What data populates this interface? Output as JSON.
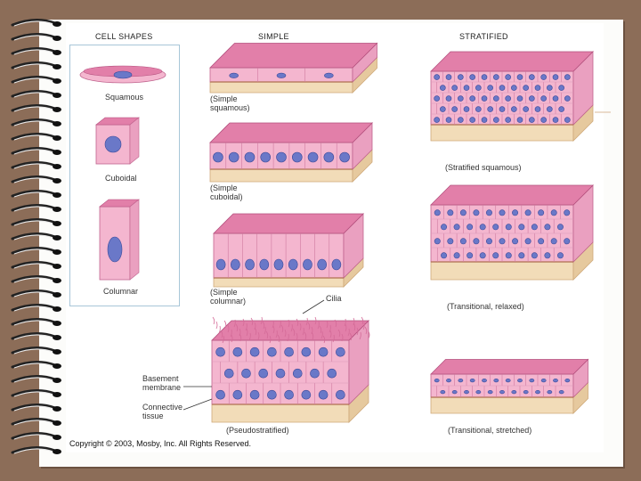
{
  "headers": {
    "cell_shapes": "CELL SHAPES",
    "simple": "SIMPLE",
    "stratified": "STRATIFIED"
  },
  "shapes": {
    "squamous": "Squamous",
    "cuboidal": "Cuboidal",
    "columnar": "Columnar"
  },
  "simple_labels": {
    "squamous": "(Simple\nsquamous)",
    "cuboidal": "(Simple\ncuboidal)",
    "columnar": "(Simple\ncolumnar)",
    "pseudostratified": "(Pseudostratified)"
  },
  "stratified_labels": {
    "squamous": "(Stratified squamous)",
    "transitional_relaxed": "(Transitional, relaxed)",
    "transitional_stretched": "(Transitional, stretched)"
  },
  "annotations": {
    "cilia": "Cilia",
    "basement_membrane": "Basement\nmembrane",
    "connective_tissue": "Connective\ntissue"
  },
  "copyright": "Copyright © 2003, Mosby, Inc. All Rights Reserved.",
  "colors": {
    "frame_brown": "#8c6d58",
    "cell_pink": "#f4b6cf",
    "cell_top": "#e27fa9",
    "nucleus": "#6a78c8",
    "connective": "#f2dcb8"
  }
}
